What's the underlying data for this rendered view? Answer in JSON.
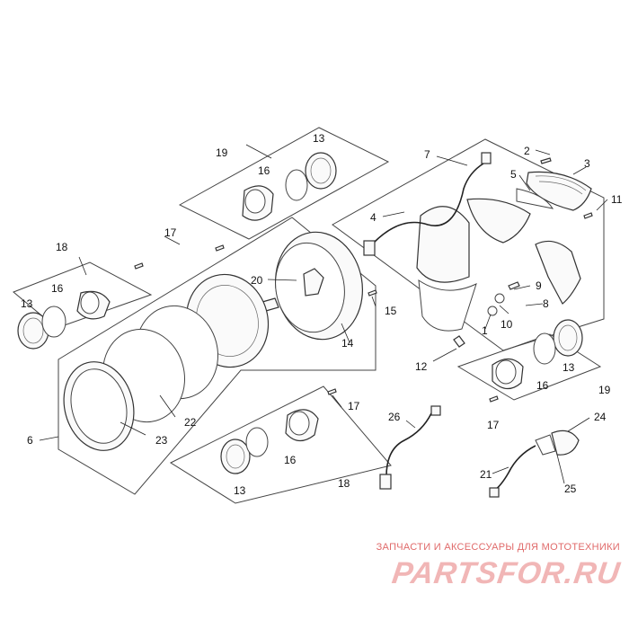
{
  "diagram": {
    "callouts": {
      "p1": "1",
      "p2": "2",
      "p3": "3",
      "p4": "4",
      "p5": "5",
      "p6": "6",
      "p7": "7",
      "p8": "8",
      "p9": "9",
      "p10": "10",
      "p11": "11",
      "p12": "12",
      "p13": "13",
      "p14": "14",
      "p15": "15",
      "p16": "16",
      "p17": "17",
      "p18": "18",
      "p19": "19",
      "p20": "20",
      "p21": "21",
      "p22": "22",
      "p23": "23",
      "p24": "24",
      "p25": "25",
      "p26": "26"
    }
  },
  "watermark": {
    "tagline": "ЗАПЧАСТИ И АКСЕССУАРЫ ДЛЯ МОТОТЕХНИКИ",
    "logo": "PARTSFOR.RU"
  },
  "colors": {
    "line": "#333333",
    "watermark_text": "#e06a6a",
    "watermark_logo": "#f1b6b6"
  }
}
